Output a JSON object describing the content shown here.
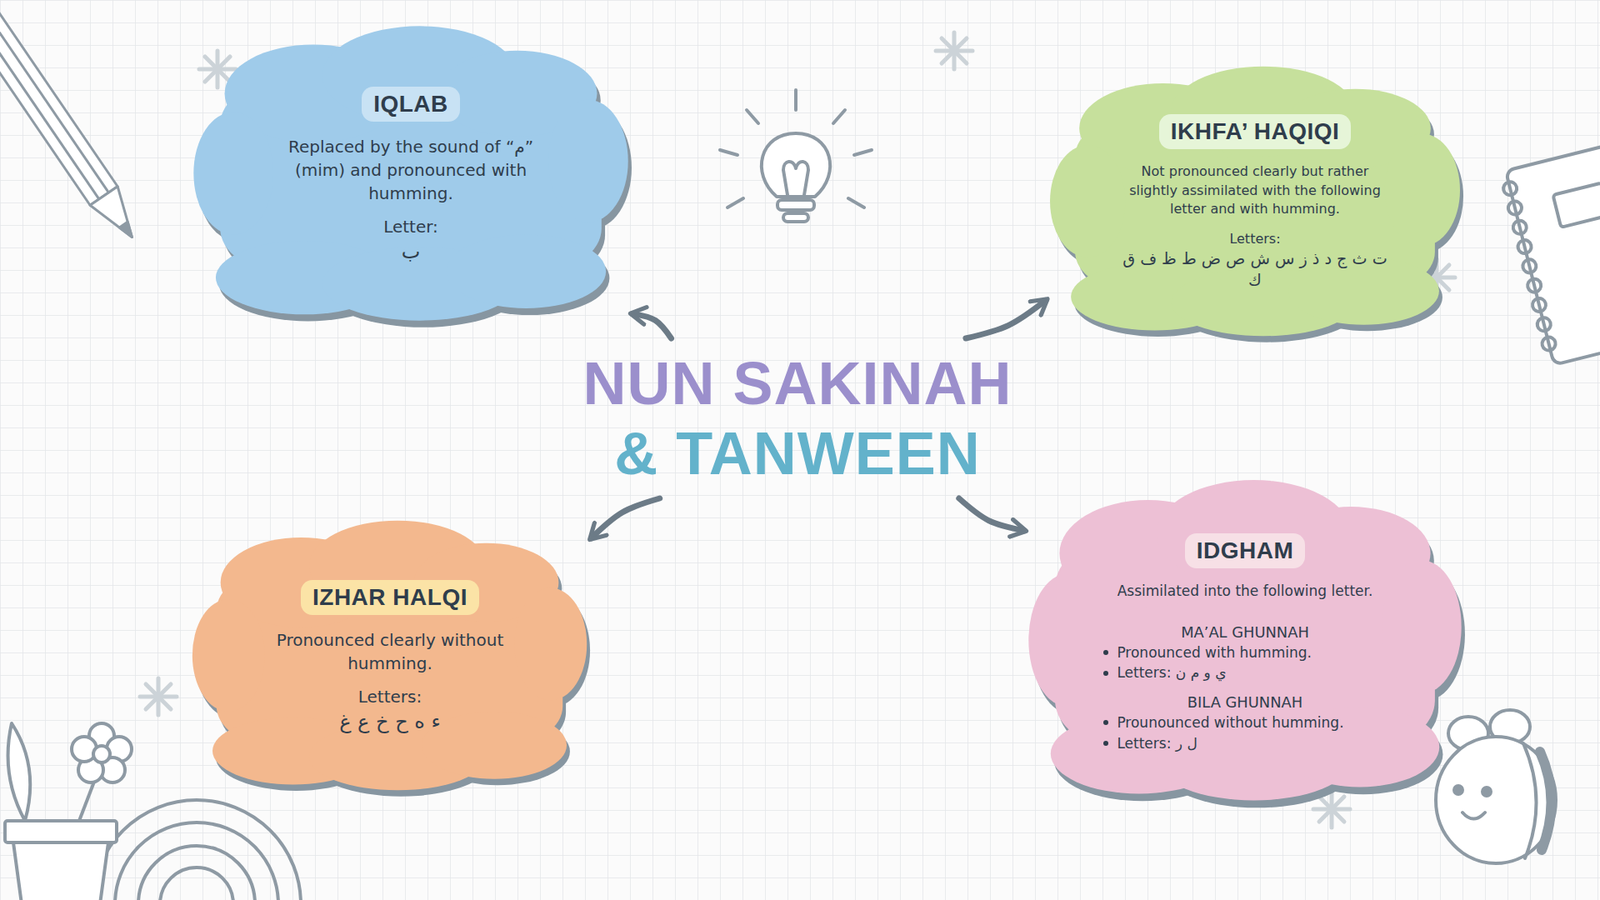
{
  "diagram": {
    "nodes": [
      {
        "text": [
          "IQLAB",
          "Replaced by the sound of “م” (mim) and pronounced with humming.",
          "Letter:",
          "ب"
        ]
      },
      {
        "text": [
          "IKHFA’ HAQIQI",
          "Not pronounced clearly but rather slightly assimilated with the following letter and with humming.",
          "Letters:",
          "ت ث ج د ذ ز س ش ص ض ط ظ ف ق ك"
        ]
      },
      {
        "text": [
          "NUN SAKINAH",
          "& TANWEEN"
        ]
      },
      {
        "text": [
          "IZHAR HALQI",
          "Pronounced clearly without humming.",
          "Letters:",
          "ء ه ح خ ع غ"
        ]
      },
      {
        "text": [
          "IDGHAM",
          "Assimilated into the following letter.",
          "MA’AL GHUNNAH",
          "Pronounced with humming.",
          "Letters: ي و م ن",
          "BILA GHUNNAH",
          "Prounounced without humming.",
          "Letters: ل ر"
        ]
      }
    ],
    "edges": [
      {
        "from": 2,
        "to": 0,
        "arrow": "to"
      },
      {
        "from": 2,
        "to": 1,
        "arrow": "to"
      },
      {
        "from": 2,
        "to": 3,
        "arrow": "to"
      },
      {
        "from": 2,
        "to": 4,
        "arrow": "to"
      }
    ]
  }
}
